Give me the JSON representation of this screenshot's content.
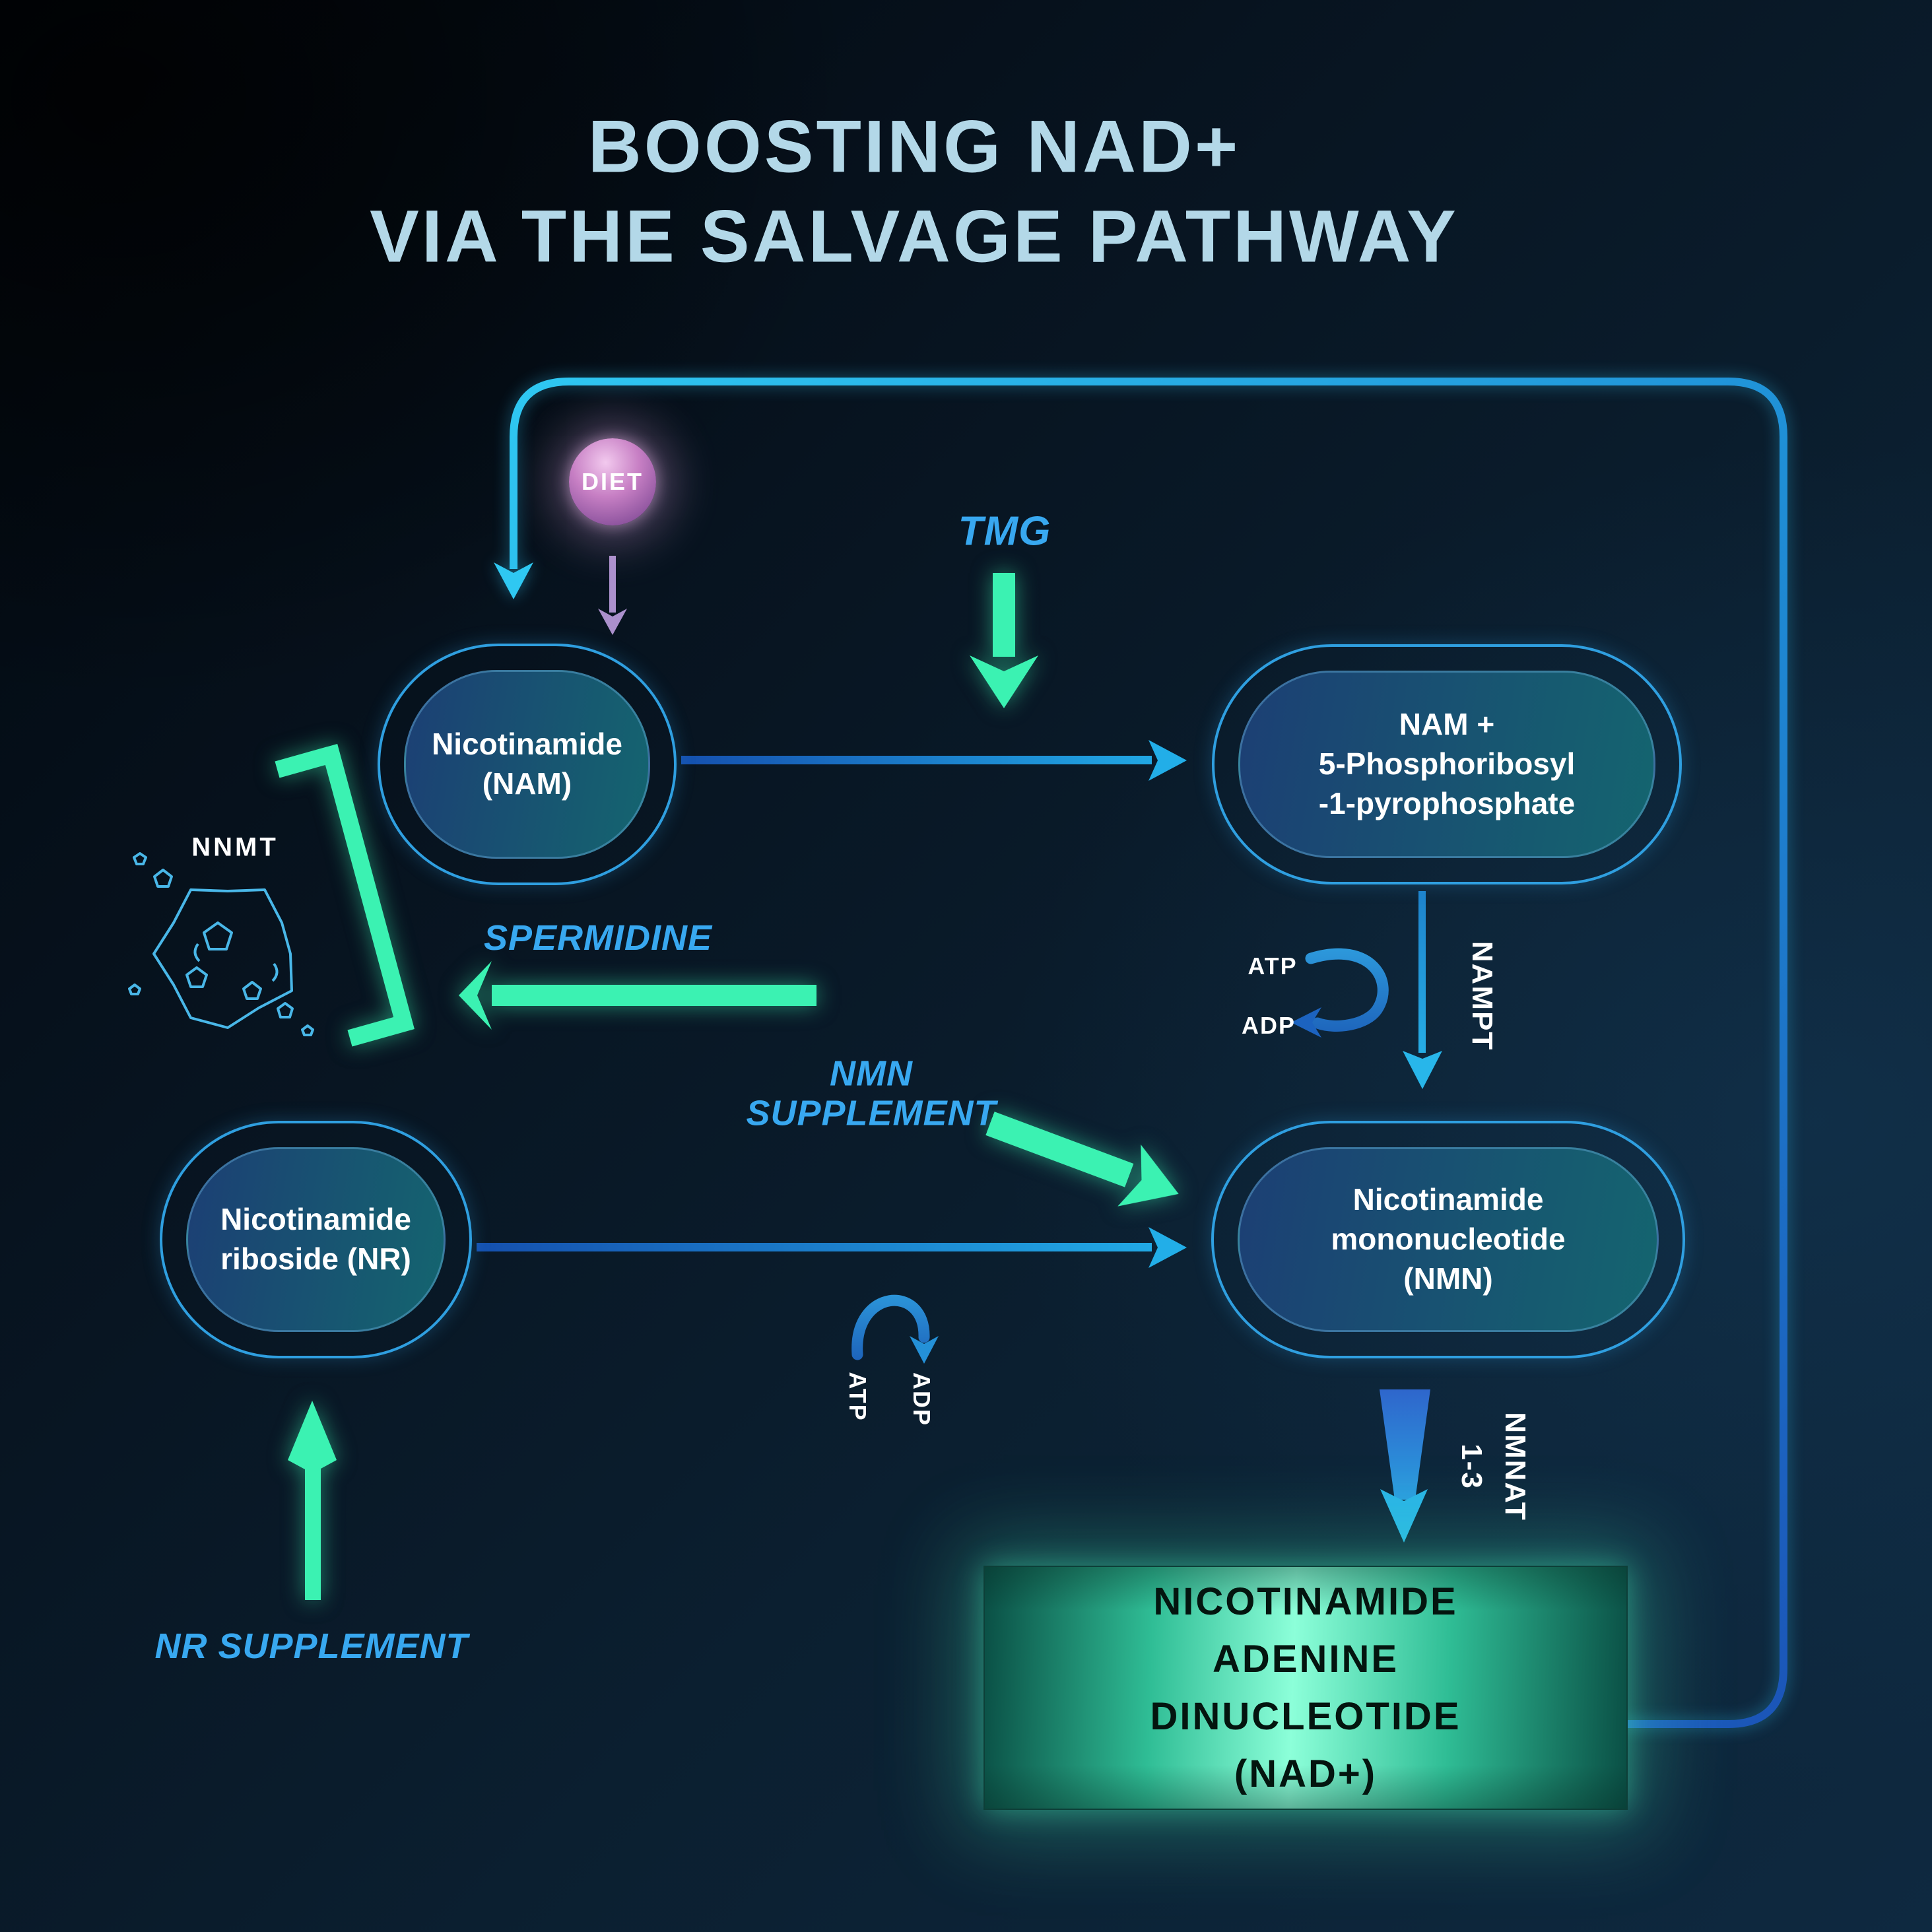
{
  "title": {
    "line1": "BOOSTING NAD+",
    "line2": "VIA THE SALVAGE PATHWAY"
  },
  "nodes": {
    "nam": "Nicotinamide\n(NAM)",
    "prpp": "NAM +\n5-Phosphoribosyl\n-1-pyrophosphate",
    "nr": "Nicotinamide\nriboside (NR)",
    "nmn": "Nicotinamide\nmononucleotide\n(NMN)",
    "nad": "NICOTINAMIDE\nADENINE\nDINUCLEOTIDE\n(NAD+)"
  },
  "labels": {
    "diet": "DIET",
    "tmg": "TMG",
    "spermidine": "SPERMIDINE",
    "nmn_supplement": "NMN\nSUPPLEMENT",
    "nr_supplement": "NR SUPPLEMENT",
    "nnmt": "NNMT",
    "nampt": "NAMPT",
    "nmnat": "NMNAT\n1-3",
    "atp": "ATP",
    "adp": "ADP"
  },
  "palette": {
    "bg_dark": "#02070e",
    "bg_light": "#0f2a40",
    "node_ring": "#2f9fe0",
    "node_fill_left": "#1c3f74",
    "node_fill_right": "#14656f",
    "accent_mint": "#3bf2b2",
    "accent_azure": "#38a8f0",
    "loop_cyan": "#2fc8f2",
    "loop_blue": "#1d5fc2",
    "diet_purple": "#c77fc4",
    "nad_bright": "#8cffd9",
    "nad_dark": "#0a4f45",
    "title_ice": "#b3d8e8",
    "white": "#ffffff",
    "black_text": "#04150f"
  }
}
